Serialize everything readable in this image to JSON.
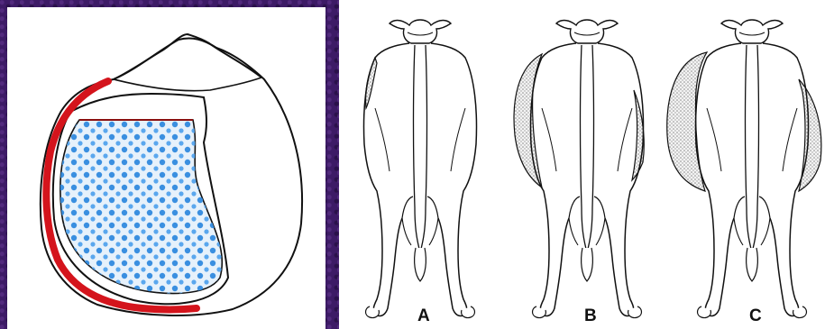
{
  "figure": {
    "left_panel": {
      "description_colors": {
        "outline": "#111111",
        "highlight": "#d4141c",
        "dots": "#3a8fe0"
      }
    },
    "right_panel": {
      "cows": [
        {
          "label": "A",
          "swelling": 1
        },
        {
          "label": "B",
          "swelling": 2
        },
        {
          "label": "C",
          "swelling": 3
        }
      ]
    }
  }
}
